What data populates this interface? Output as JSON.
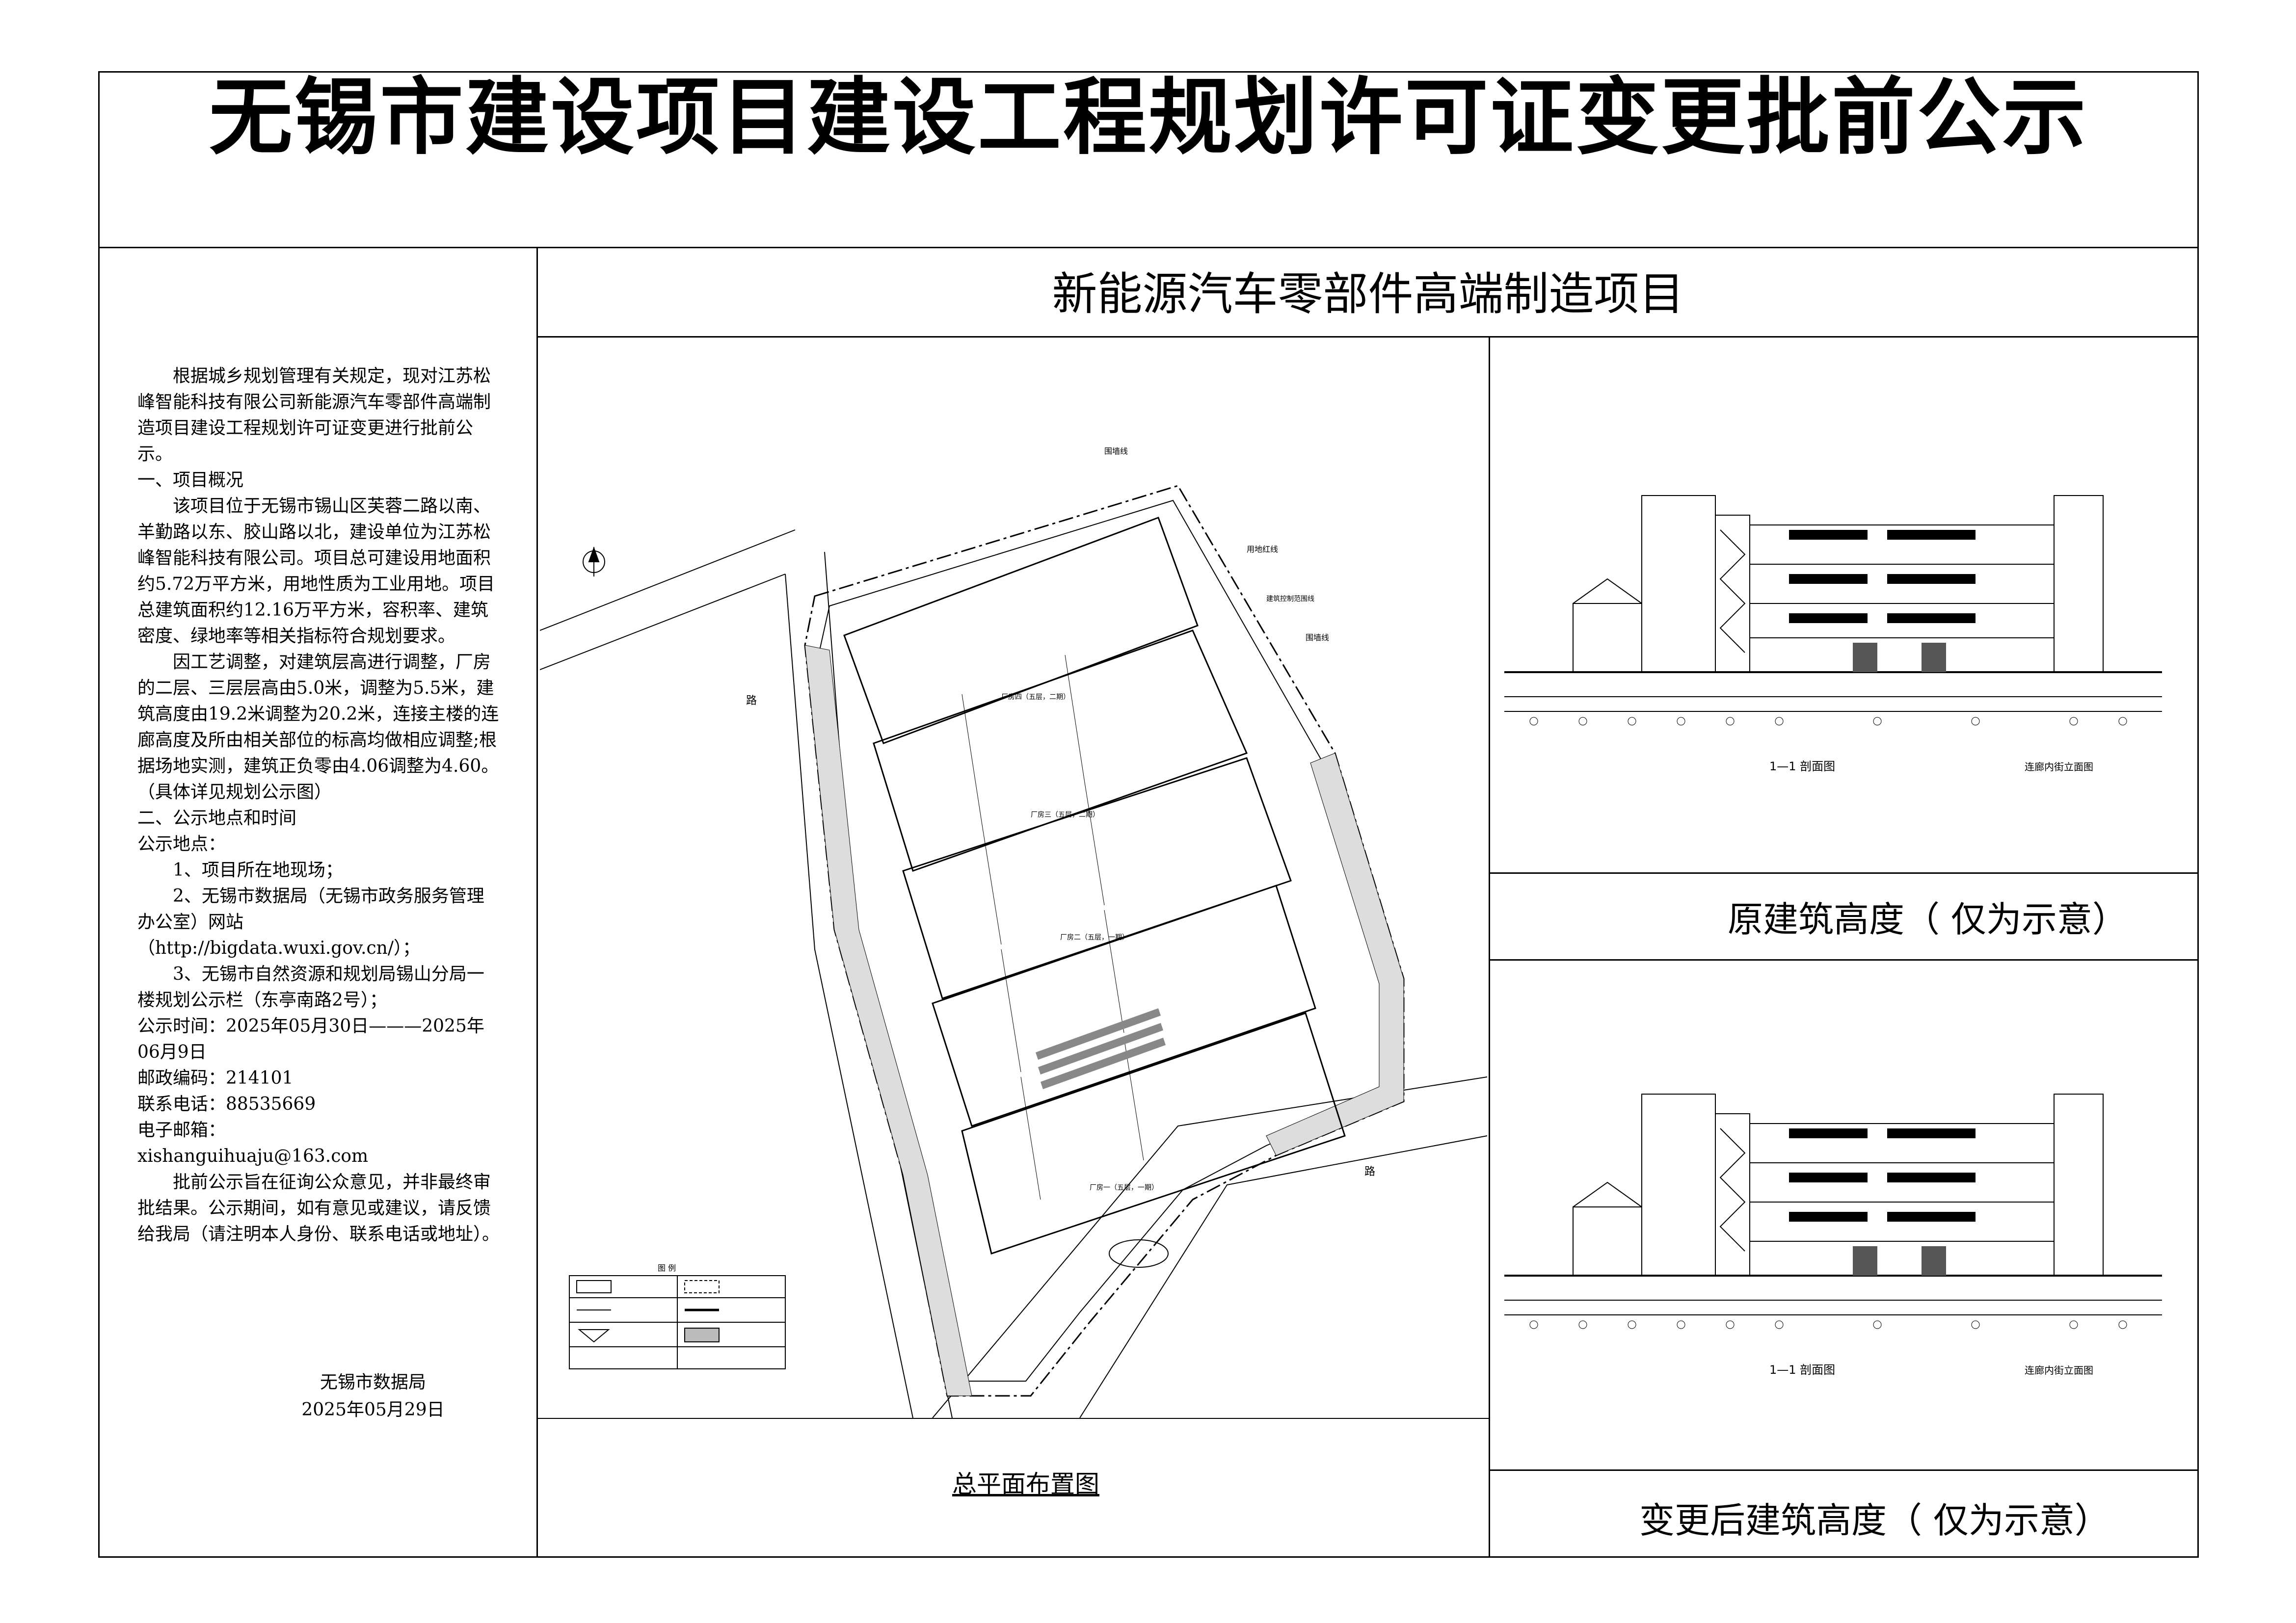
{
  "header": {
    "title": "无锡市建设项目建设工程规划许可证变更批前公示"
  },
  "project": {
    "name": "新能源汽车零部件高端制造项目"
  },
  "notice": {
    "paragraphs": [
      {
        "cls": "ind",
        "text": "根据城乡规划管理有关规定，现对江苏松峰智能科技有限公司新能源汽车零部件高端制造项目建设工程规划许可证变更进行批前公示。"
      },
      {
        "cls": "",
        "text": "一、项目概况"
      },
      {
        "cls": "ind",
        "text": "该项目位于无锡市锡山区芙蓉二路以南、羊勤路以东、胶山路以北，建设单位为江苏松峰智能科技有限公司。项目总可建设用地面积约5.72万平方米，用地性质为工业用地。项目总建筑面积约12.16万平方米，容积率、建筑密度、绿地率等相关指标符合规划要求。"
      },
      {
        "cls": "ind",
        "text": "因工艺调整，对建筑层高进行调整，厂房的二层、三层层高由5.0米，调整为5.5米，建筑高度由19.2米调整为20.2米，连接主楼的连廊高度及所由相关部位的标高均做相应调整;根据场地实测，建筑正负零由4.06调整为4.60。（具体详见规划公示图）"
      },
      {
        "cls": "",
        "text": "二、公示地点和时间"
      },
      {
        "cls": "",
        "text": "公示地点："
      },
      {
        "cls": "ind",
        "text": "1、项目所在地现场；"
      },
      {
        "cls": "ind",
        "text": "2、无锡市数据局（无锡市政务服务管理办公室）网站"
      },
      {
        "cls": "",
        "text": "（http://bigdata.wuxi.gov.cn/）；"
      },
      {
        "cls": "ind",
        "text": "3、无锡市自然资源和规划局锡山分局一楼规划公示栏（东亭南路2号）；"
      },
      {
        "cls": "",
        "text": "公示时间：2025年05月30日———2025年06月9日"
      },
      {
        "cls": "",
        "text": "邮政编码：214101"
      },
      {
        "cls": "",
        "text": "联系电话：88535669"
      },
      {
        "cls": "",
        "text": "电子邮箱："
      },
      {
        "cls": "",
        "text": "xishanguihuaju@163.com"
      },
      {
        "cls": "ind",
        "text": "批前公示旨在征询公众意见，并非最终审批结果。公示期间，如有意见或建议，请反馈给我局（请注明本人身份、联系电话或地址）。"
      }
    ],
    "issuer": "无锡市数据局",
    "date": "2025年05月29日"
  },
  "site_plan": {
    "caption": "总平面布置图",
    "legend_title": "图 例",
    "labels": {
      "wall": "围墙线",
      "red_line": "用地红线",
      "control_line": "建筑控制范围线",
      "north": "N",
      "road_a": "路",
      "road_b": "路"
    },
    "buildings": [
      "厂房四（五层，二期）",
      "厂房三（五层，二期）",
      "厂房二（五层，一期）",
      "厂房一（五层，一期）"
    ]
  },
  "sections": {
    "original_caption": "原建筑高度（ 仅为示意）",
    "changed_caption": "变更后建筑高度（ 仅为示意）",
    "section_label": "1—1 剖面图",
    "elevation_label": "连廊内街立面图"
  }
}
